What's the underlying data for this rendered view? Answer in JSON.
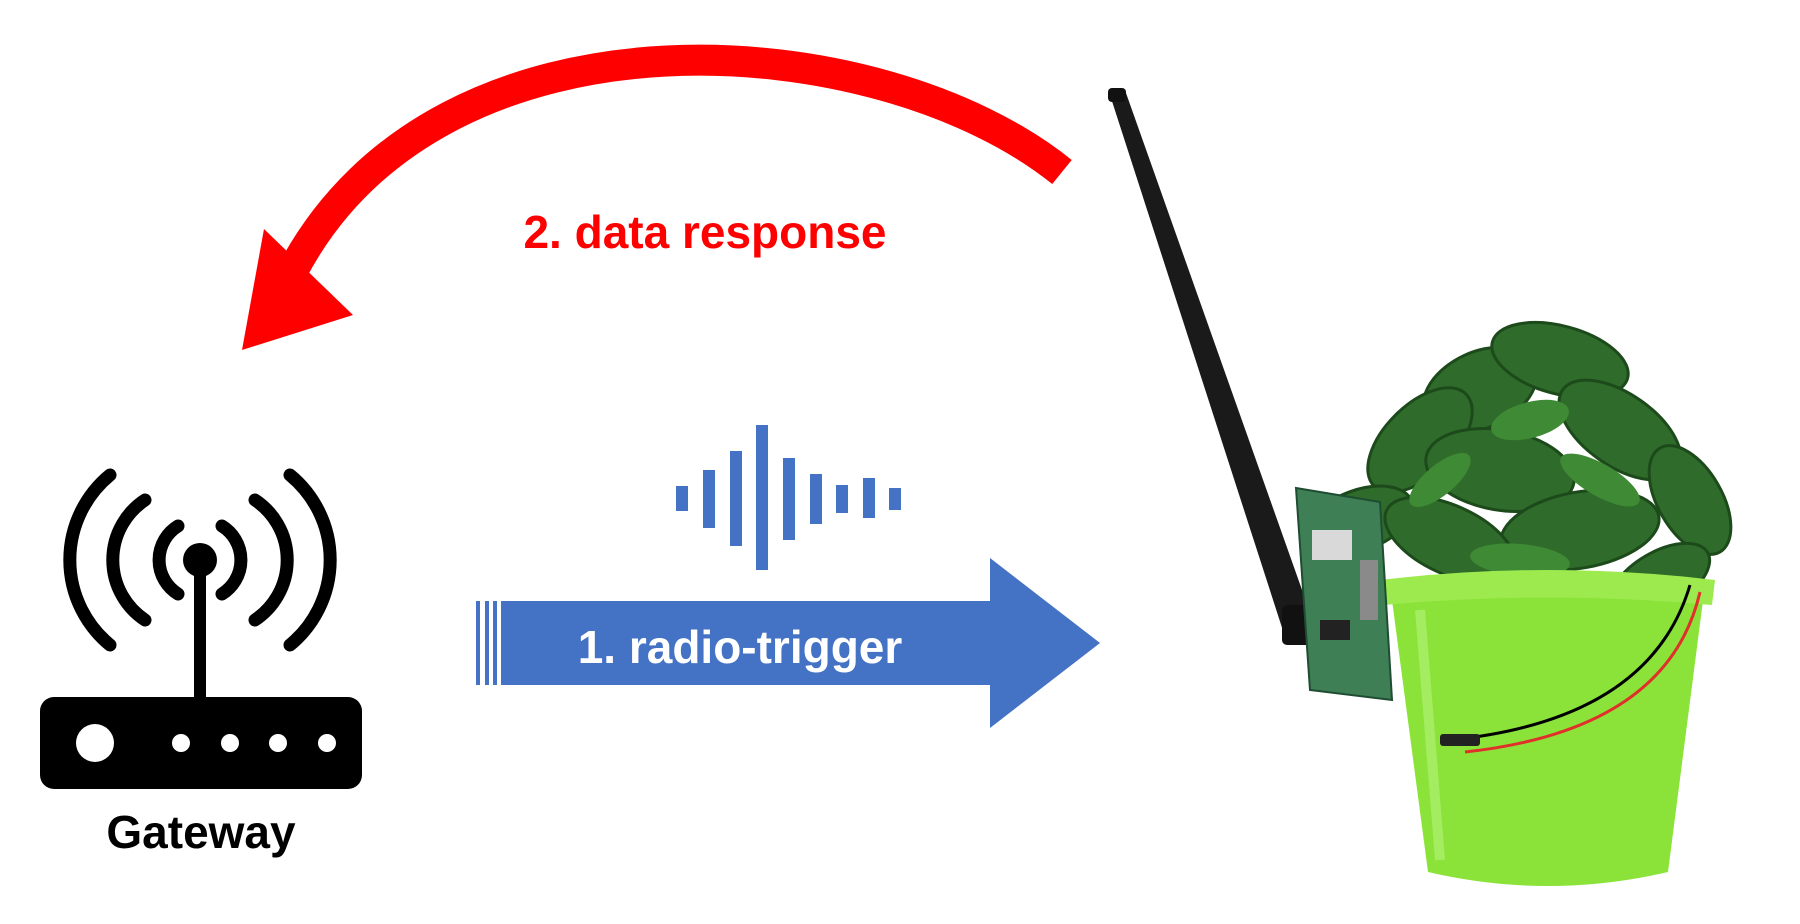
{
  "gateway": {
    "label": "Gateway",
    "icon": "wireless-router-icon"
  },
  "steps": [
    {
      "label": "1. radio-trigger",
      "color": "#4472C4"
    },
    {
      "label": "2. data response",
      "color": "#FF0000"
    }
  ],
  "sensor_node": {
    "icon": "potted-plant-sensor-icon",
    "pot_color": "#8BE33A"
  },
  "signal_icon": "sound-wave-icon"
}
